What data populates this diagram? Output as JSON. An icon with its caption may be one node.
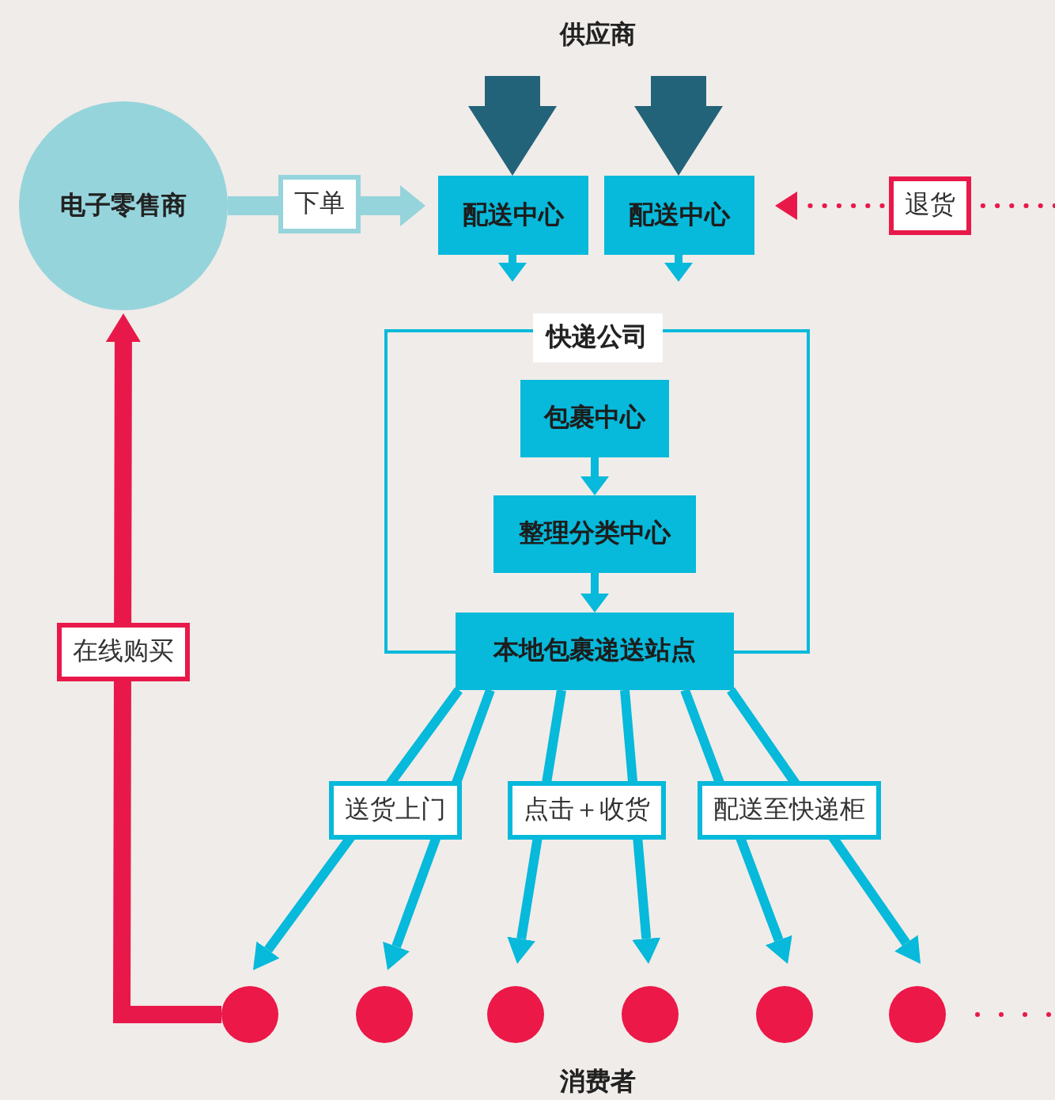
{
  "diagram": {
    "nodes": [
      {
        "text": [
          "供应商"
        ]
      },
      {
        "text": [
          "电子零售商"
        ]
      },
      {
        "text": [
          "配送中心"
        ]
      },
      {
        "text": [
          "配送中心"
        ]
      },
      {
        "text": [
          "快递公司"
        ]
      },
      {
        "text": [
          "包裹中心"
        ],
        "in": 4
      },
      {
        "text": [
          "整理分类中心"
        ],
        "in": 4
      },
      {
        "text": [
          "本地包裹递送站点"
        ]
      },
      {
        "text": [],
        "shape": "circle"
      },
      {
        "text": [],
        "shape": "circle"
      },
      {
        "text": [],
        "shape": "circle"
      },
      {
        "text": [],
        "shape": "circle"
      },
      {
        "text": [],
        "shape": "circle"
      },
      {
        "text": [],
        "shape": "circle"
      }
    ],
    "edges": [
      {
        "from": 0,
        "to": 2,
        "arrow": "to",
        "style": "thick",
        "color": "#236379"
      },
      {
        "from": 0,
        "to": 3,
        "arrow": "to",
        "style": "thick",
        "color": "#236379"
      },
      {
        "from": 1,
        "to": 2,
        "arrow": "to",
        "label": "下单",
        "style": "thick",
        "color": "#96d4dc"
      },
      {
        "from": null,
        "to": 3,
        "arrow": "to",
        "label": "退货",
        "style": "dashed",
        "color": "#e8194a"
      },
      {
        "from": 2,
        "to": 4,
        "arrow": "to"
      },
      {
        "from": 3,
        "to": 4,
        "arrow": "to"
      },
      {
        "from": 5,
        "to": 6,
        "arrow": "to"
      },
      {
        "from": 6,
        "to": 7,
        "arrow": "to"
      },
      {
        "from": 7,
        "to": 8,
        "arrow": "to",
        "label": "送货上门"
      },
      {
        "from": 7,
        "to": 9,
        "arrow": "to"
      },
      {
        "from": 7,
        "to": 10,
        "arrow": "to",
        "label": "点击＋收货"
      },
      {
        "from": 7,
        "to": 11,
        "arrow": "to"
      },
      {
        "from": 7,
        "to": 12,
        "arrow": "to",
        "label": "配送至快递柜"
      },
      {
        "from": 7,
        "to": 13,
        "arrow": "to"
      },
      {
        "from": 8,
        "to": 1,
        "arrow": "to",
        "label": "在线购买",
        "style": "thick",
        "color": "#e8194a"
      }
    ],
    "labels": [
      "消费者"
    ]
  }
}
